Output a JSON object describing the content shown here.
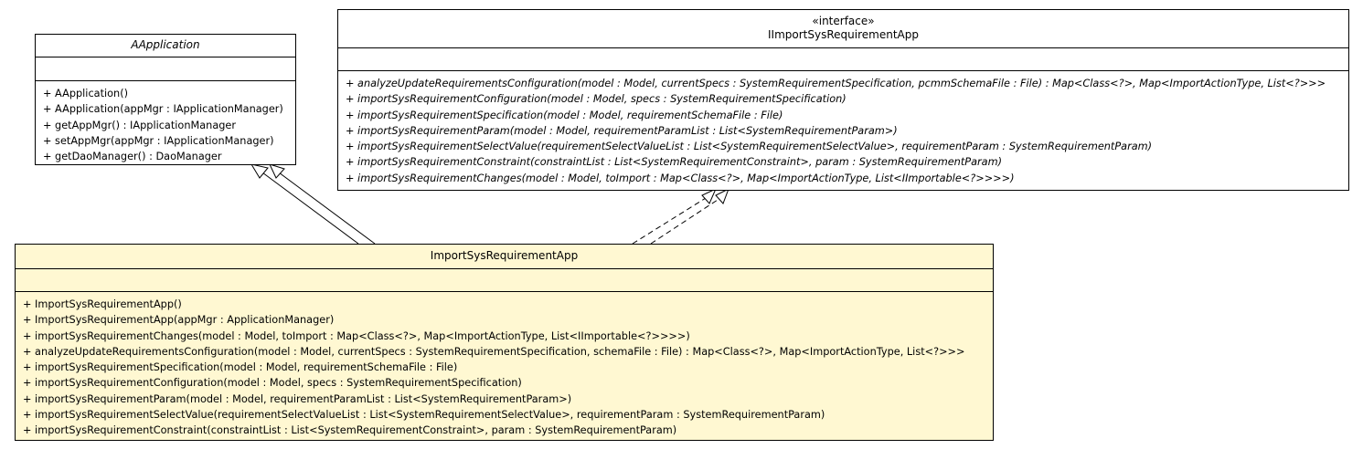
{
  "classes": {
    "aapplication": {
      "name": "AApplication",
      "operations": [
        "+ AApplication()",
        "+ AApplication(appMgr : IApplicationManager)",
        "+ getAppMgr() : IApplicationManager",
        "+ setAppMgr(appMgr : IApplicationManager)",
        "+ getDaoManager() : DaoManager"
      ]
    },
    "iimport": {
      "stereotype": "«interface»",
      "name": "IImportSysRequirementApp",
      "operations": [
        "+ analyzeUpdateRequirementsConfiguration(model : Model, currentSpecs : SystemRequirementSpecification, pcmmSchemaFile : File) : Map<Class<?>, Map<ImportActionType, List<?>>>",
        "+ importSysRequirementConfiguration(model : Model, specs : SystemRequirementSpecification)",
        "+ importSysRequirementSpecification(model : Model, requirementSchemaFile : File)",
        "+ importSysRequirementParam(model : Model, requirementParamList : List<SystemRequirementParam>)",
        "+ importSysRequirementSelectValue(requirementSelectValueList : List<SystemRequirementSelectValue>, requirementParam : SystemRequirementParam)",
        "+ importSysRequirementConstraint(constraintList : List<SystemRequirementConstraint>, param : SystemRequirementParam)",
        "+ importSysRequirementChanges(model : Model, toImport : Map<Class<?>, Map<ImportActionType, List<IImportable<?>>>>)"
      ]
    },
    "importapp": {
      "name": "ImportSysRequirementApp",
      "operations": [
        "+ ImportSysRequirementApp()",
        "+ ImportSysRequirementApp(appMgr : ApplicationManager)",
        "+ importSysRequirementChanges(model : Model, toImport : Map<Class<?>, Map<ImportActionType, List<IImportable<?>>>>)",
        "+ analyzeUpdateRequirementsConfiguration(model : Model, currentSpecs : SystemRequirementSpecification, schemaFile : File) : Map<Class<?>, Map<ImportActionType, List<?>>>",
        "+ importSysRequirementSpecification(model : Model, requirementSchemaFile : File)",
        "+ importSysRequirementConfiguration(model : Model, specs : SystemRequirementSpecification)",
        "+ importSysRequirementParam(model : Model, requirementParamList : List<SystemRequirementParam>)",
        "+ importSysRequirementSelectValue(requirementSelectValueList : List<SystemRequirementSelectValue>, requirementParam : SystemRequirementParam)",
        "+ importSysRequirementConstraint(constraintList : List<SystemRequirementConstraint>, param : SystemRequirementParam)"
      ]
    }
  },
  "colors": {
    "highlight_fill": "#fff8d2",
    "border": "#000000",
    "background": "#ffffff"
  }
}
